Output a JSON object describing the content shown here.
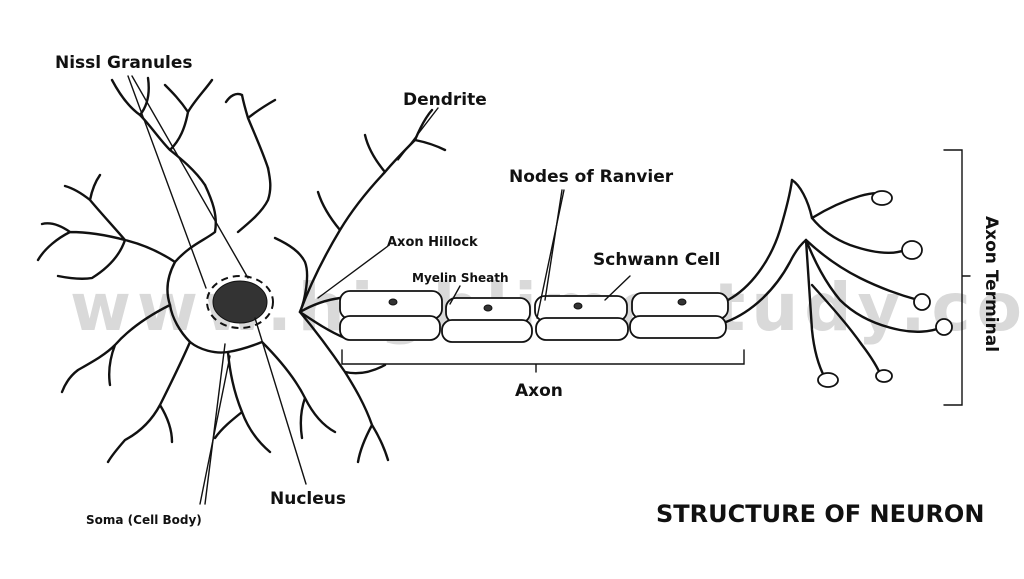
{
  "diagram": {
    "title": "STRUCTURE OF NEURON",
    "watermark": "www.highlimestudy.com",
    "labels": {
      "nissl_granules": "Nissl Granules",
      "dendrite": "Dendrite",
      "nodes_of_ranvier": "Nodes of Ranvier",
      "axon_hillock": "Axon Hillock",
      "schwann_cell": "Schwann Cell",
      "myelin_sheath": "Myelin Sheath",
      "axon": "Axon",
      "axon_terminal": "Axon Terminal",
      "nucleus": "Nucleus",
      "soma": "Soma (Cell Body)"
    },
    "colors": {
      "ink": "#111111",
      "nucleus": "#333333",
      "watermark": "#d9d9d9",
      "background": "#ffffff"
    }
  }
}
